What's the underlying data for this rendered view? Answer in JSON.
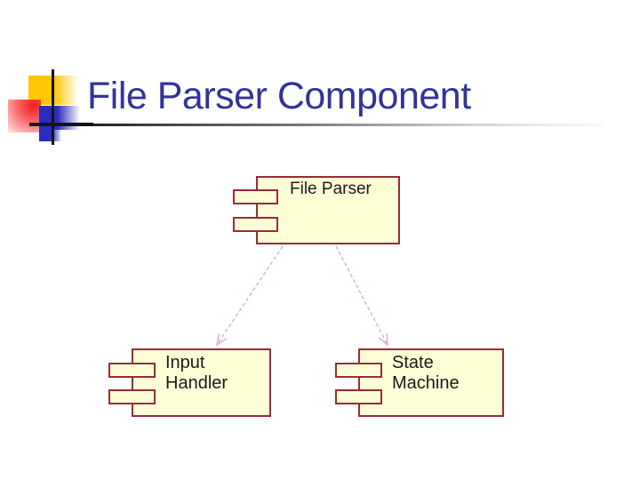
{
  "slide": {
    "title": "File Parser Component"
  },
  "theme": {
    "title_color": "#333399",
    "component_fill": "#FFFFD6",
    "component_border": "#992B3B",
    "connector_color": "#D6A3BE",
    "label_color": "#1A1A1A",
    "logo_yellow": "#FFC702",
    "logo_red": "#F21D1D",
    "logo_blue": "#2B2BC0",
    "logo_cross_line": "#141414",
    "rule_gradient": [
      "#1B1B1B",
      "#FAFAFA"
    ]
  },
  "diagram": {
    "type": "uml-component-diagram",
    "components": [
      {
        "name": "File Parser",
        "lines": [
          "File Parser"
        ]
      },
      {
        "name": "Input Handler",
        "lines": [
          "Input",
          "Handler"
        ]
      },
      {
        "name": "State Machine",
        "lines": [
          "State",
          "Machine"
        ]
      }
    ],
    "connections": [
      {
        "from": "File Parser",
        "to": "Input Handler",
        "style": "dashed, open arrowhead"
      },
      {
        "from": "File Parser",
        "to": "State Machine",
        "style": "dashed, open arrowhead"
      }
    ]
  }
}
